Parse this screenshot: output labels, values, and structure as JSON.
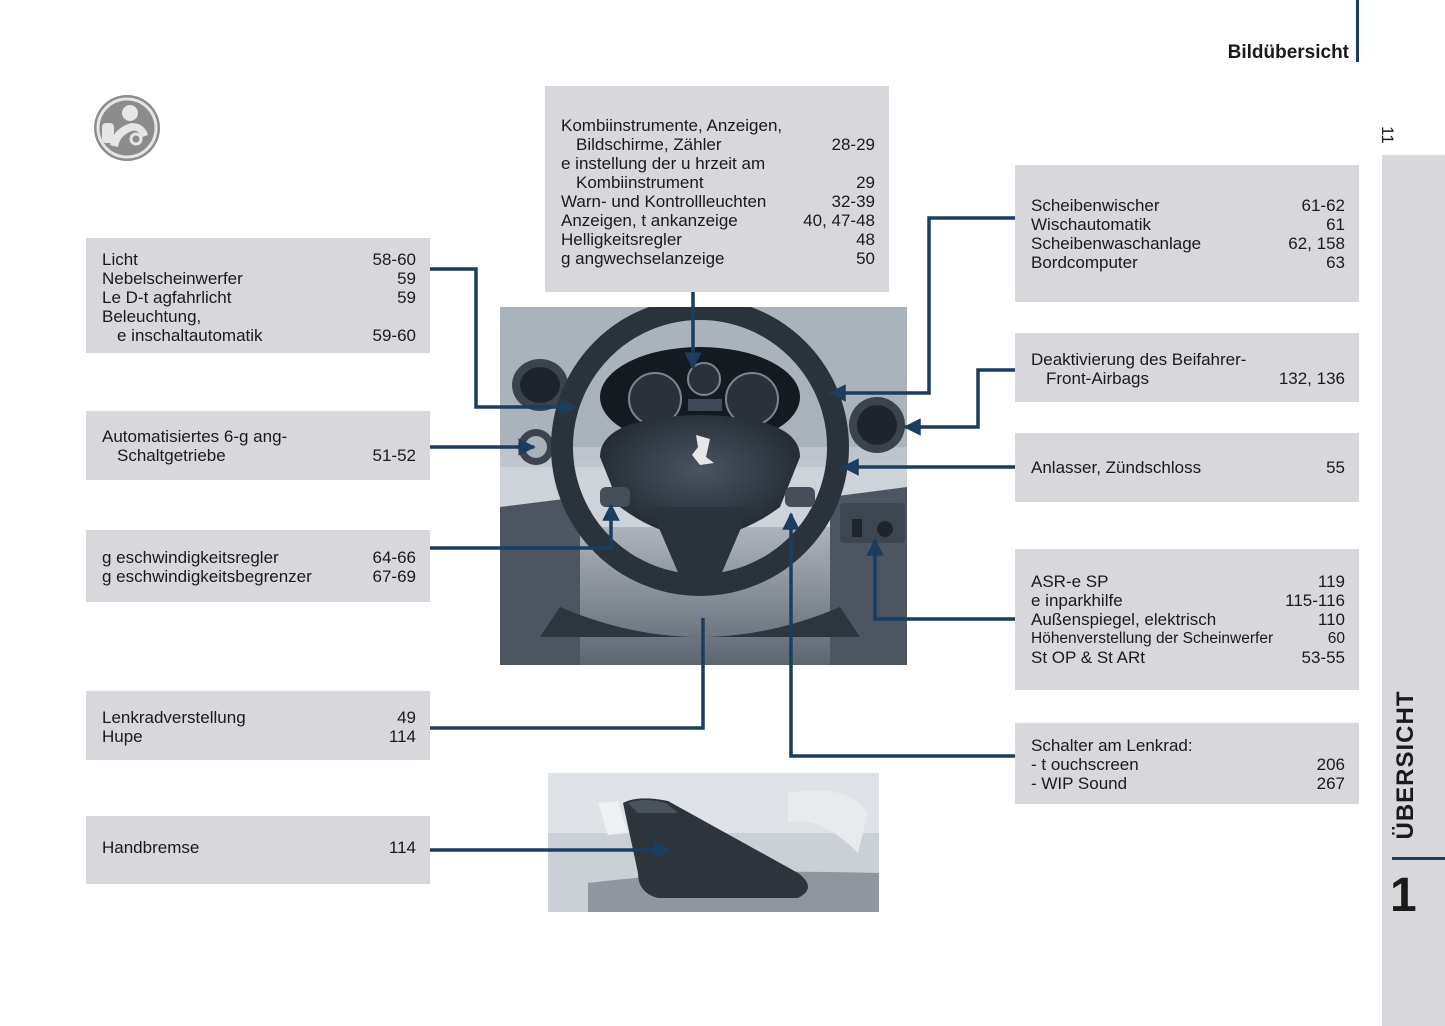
{
  "header": {
    "title": "Bildübersicht",
    "page_number": "11"
  },
  "sidebar": {
    "title": "ÜBERSICHT",
    "chapter": "1"
  },
  "boxes": {
    "instruments": [
      {
        "label": "Kombiinstrumente, Anzeigen,",
        "page": ""
      },
      {
        "label": "Bildschirme, Zähler",
        "page": "28-29",
        "indent": true
      },
      {
        "label": "e instellung der u hrzeit am",
        "page": ""
      },
      {
        "label": "Kombiinstrument",
        "page": "29",
        "indent": true
      },
      {
        "label": "Warn- und Kontrollleuchten",
        "page": "32-39"
      },
      {
        "label": "Anzeigen, t ankanzeige",
        "page": "40, 47-48"
      },
      {
        "label": "Helligkeitsregler",
        "page": "48"
      },
      {
        "label": "g angwechselanzeige",
        "page": "50"
      }
    ],
    "licht": [
      {
        "label": "Licht",
        "page": "58-60"
      },
      {
        "label": "Nebelscheinwerfer",
        "page": "59"
      },
      {
        "label": "Le D-t agfahrlicht",
        "page": "59"
      },
      {
        "label": "Beleuchtung,",
        "page": ""
      },
      {
        "label": "e inschaltautomatik",
        "page": "59-60",
        "indent": true
      }
    ],
    "getriebe": [
      {
        "label": "Automatisiertes 6-g ang-",
        "page": ""
      },
      {
        "label": "Schaltgetriebe",
        "page": "51-52",
        "indent": true
      }
    ],
    "regler": [
      {
        "label": "g eschwindigkeitsregler",
        "page": "64-66"
      },
      {
        "label": "g eschwindigkeitsbegrenzer",
        "page": "67-69"
      }
    ],
    "lenkrad": [
      {
        "label": "Lenkradverstellung",
        "page": "49"
      },
      {
        "label": "Hupe",
        "page": "114"
      }
    ],
    "handbremse": [
      {
        "label": "Handbremse",
        "page": "114"
      }
    ],
    "wischer": [
      {
        "label": "Scheibenwischer",
        "page": "61-62"
      },
      {
        "label": "Wischautomatik",
        "page": "61"
      },
      {
        "label": "Scheibenwaschanlage",
        "page": "62, 158"
      },
      {
        "label": "Bordcomputer",
        "page": "63"
      }
    ],
    "airbag": [
      {
        "label": "Deaktivierung des Beifahrer-",
        "page": ""
      },
      {
        "label": "Front-Airbags",
        "page": "132, 136",
        "indent": true
      }
    ],
    "anlasser": [
      {
        "label": "Anlasser, Zündschloss",
        "page": "55"
      }
    ],
    "asr": [
      {
        "label": "ASR-e SP",
        "page": "119"
      },
      {
        "label": "e inparkhilfe",
        "page": "115-116"
      },
      {
        "label": "Außenspiegel, elektrisch",
        "page": "110"
      },
      {
        "label": "Höhenverstellung der Scheinwerfer",
        "page": "60",
        "small": true
      },
      {
        "label": "St OP & St ARt",
        "page": "53-55"
      }
    ],
    "schalter": [
      {
        "label": "Schalter am Lenkrad:",
        "page": ""
      },
      {
        "label": "-  t ouchscreen",
        "page": "206"
      },
      {
        "label": "-  WIP Sound",
        "page": "267"
      }
    ]
  },
  "colors": {
    "callout_line": "#1b3d5e",
    "box_bg": "#d8d8dc",
    "accent": "#1b3d5e"
  },
  "icons": {
    "section_icon": "steering-driver-icon"
  }
}
